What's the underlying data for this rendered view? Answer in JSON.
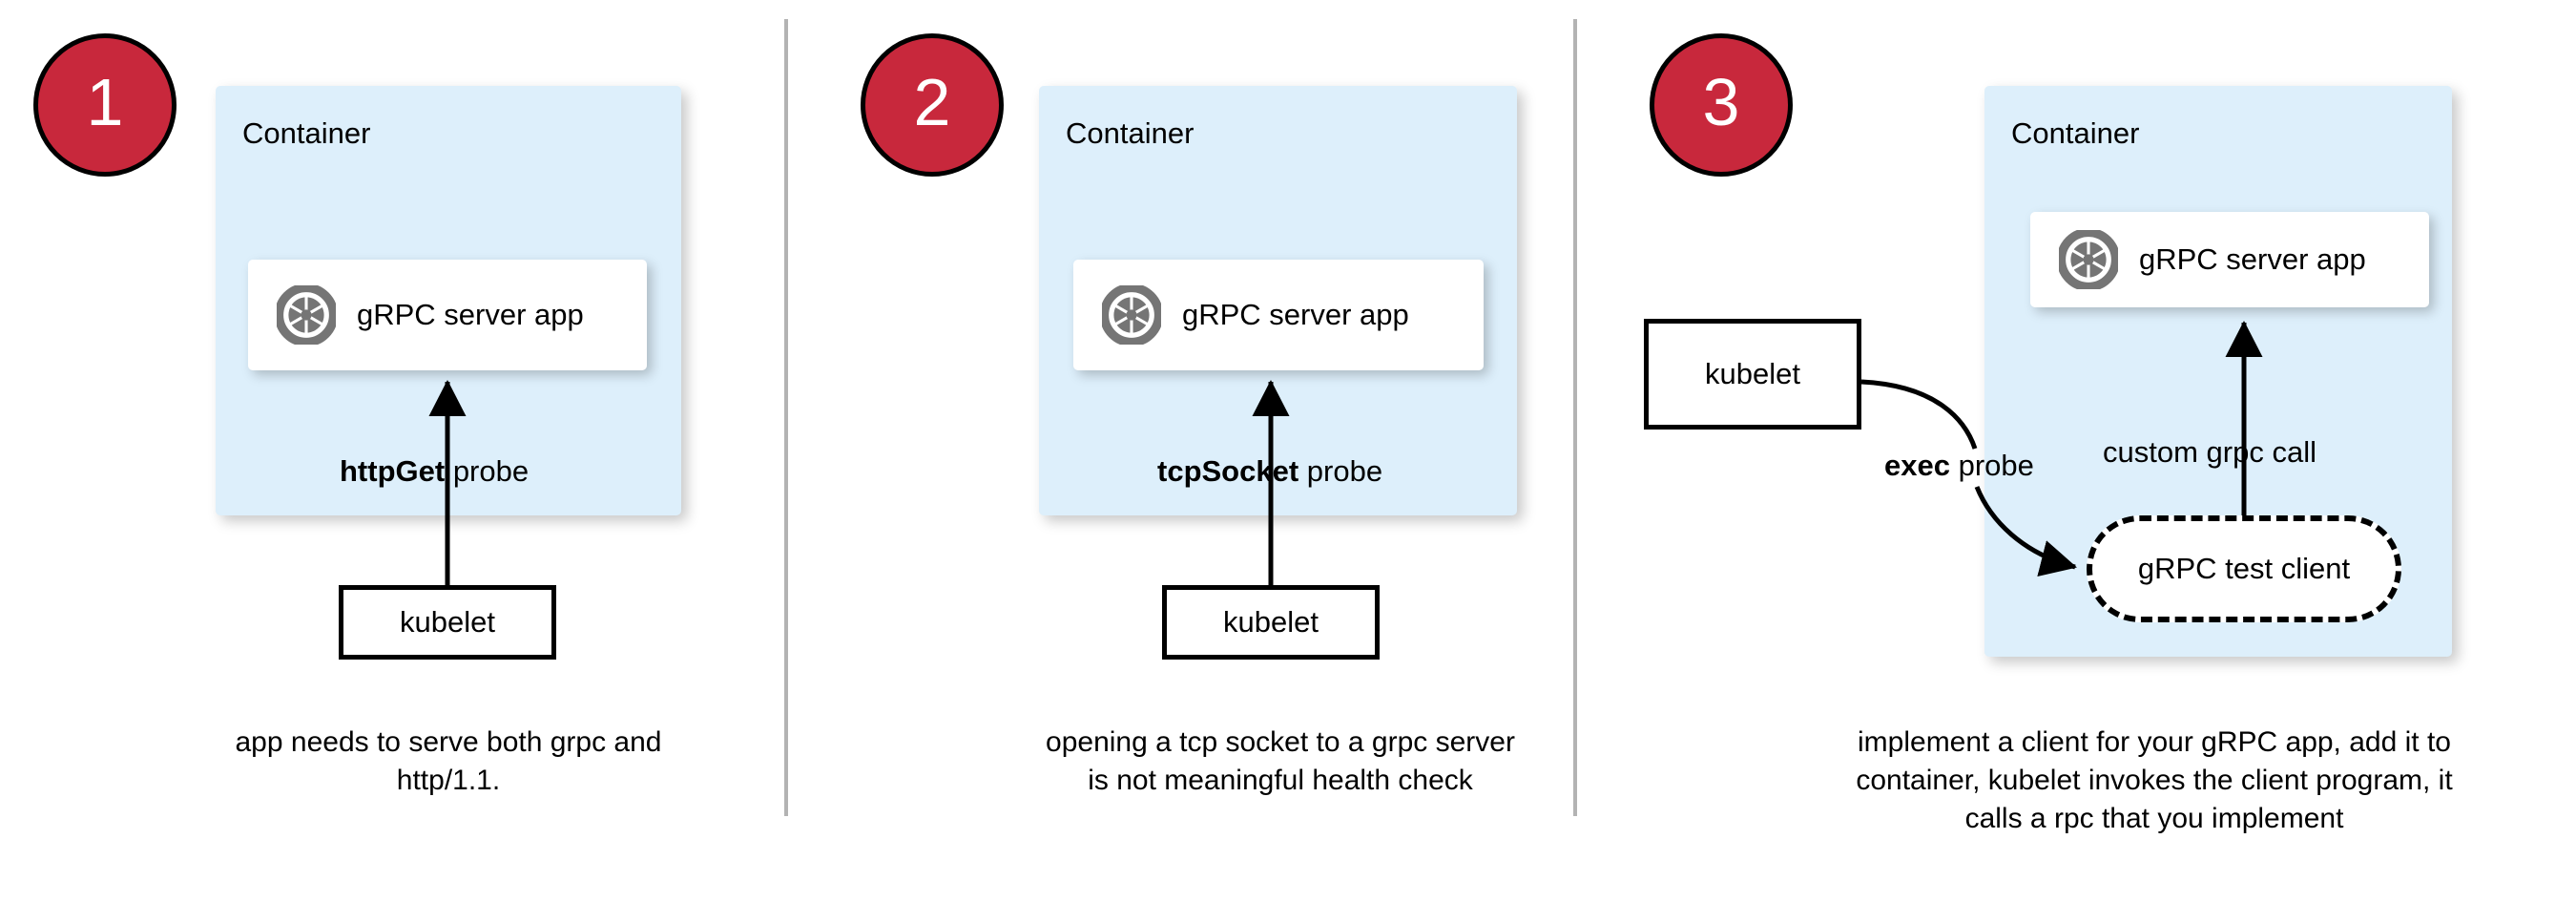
{
  "diagram": {
    "title": "Kubernetes gRPC health probe approaches",
    "colors": {
      "badge_fill": "#c8283c",
      "badge_text": "#ffffff",
      "container_fill": "#ddeffb",
      "card_fill": "#ffffff",
      "divider": "#b3b3b3",
      "stroke": "#000000",
      "logo_gray": "#757575"
    },
    "panels": [
      {
        "badge": "1",
        "container_label": "Container",
        "app_label": "gRPC server app",
        "app_icon": "grpc-aperture-icon",
        "probe_label_bold": "httpGet",
        "probe_label_rest": " probe",
        "kubelet_label": "kubelet",
        "caption": "app needs to serve both grpc and http/1.1."
      },
      {
        "badge": "2",
        "container_label": "Container",
        "app_label": "gRPC server app",
        "app_icon": "grpc-aperture-icon",
        "probe_label_bold": "tcpSocket",
        "probe_label_rest": " probe",
        "kubelet_label": "kubelet",
        "caption": "opening a tcp socket to a grpc server is not meaningful health check"
      },
      {
        "badge": "3",
        "container_label": "Container",
        "app_label": "gRPC server app",
        "app_icon": "grpc-aperture-icon",
        "probe_label_bold": "exec",
        "probe_label_rest": " probe",
        "kubelet_label": "kubelet",
        "test_client_label": "gRPC test client",
        "grpc_call_label": "custom grpc call",
        "caption": "implement a client for your gRPC app, add it to container, kubelet invokes the client program, it calls a rpc that you implement"
      }
    ]
  }
}
